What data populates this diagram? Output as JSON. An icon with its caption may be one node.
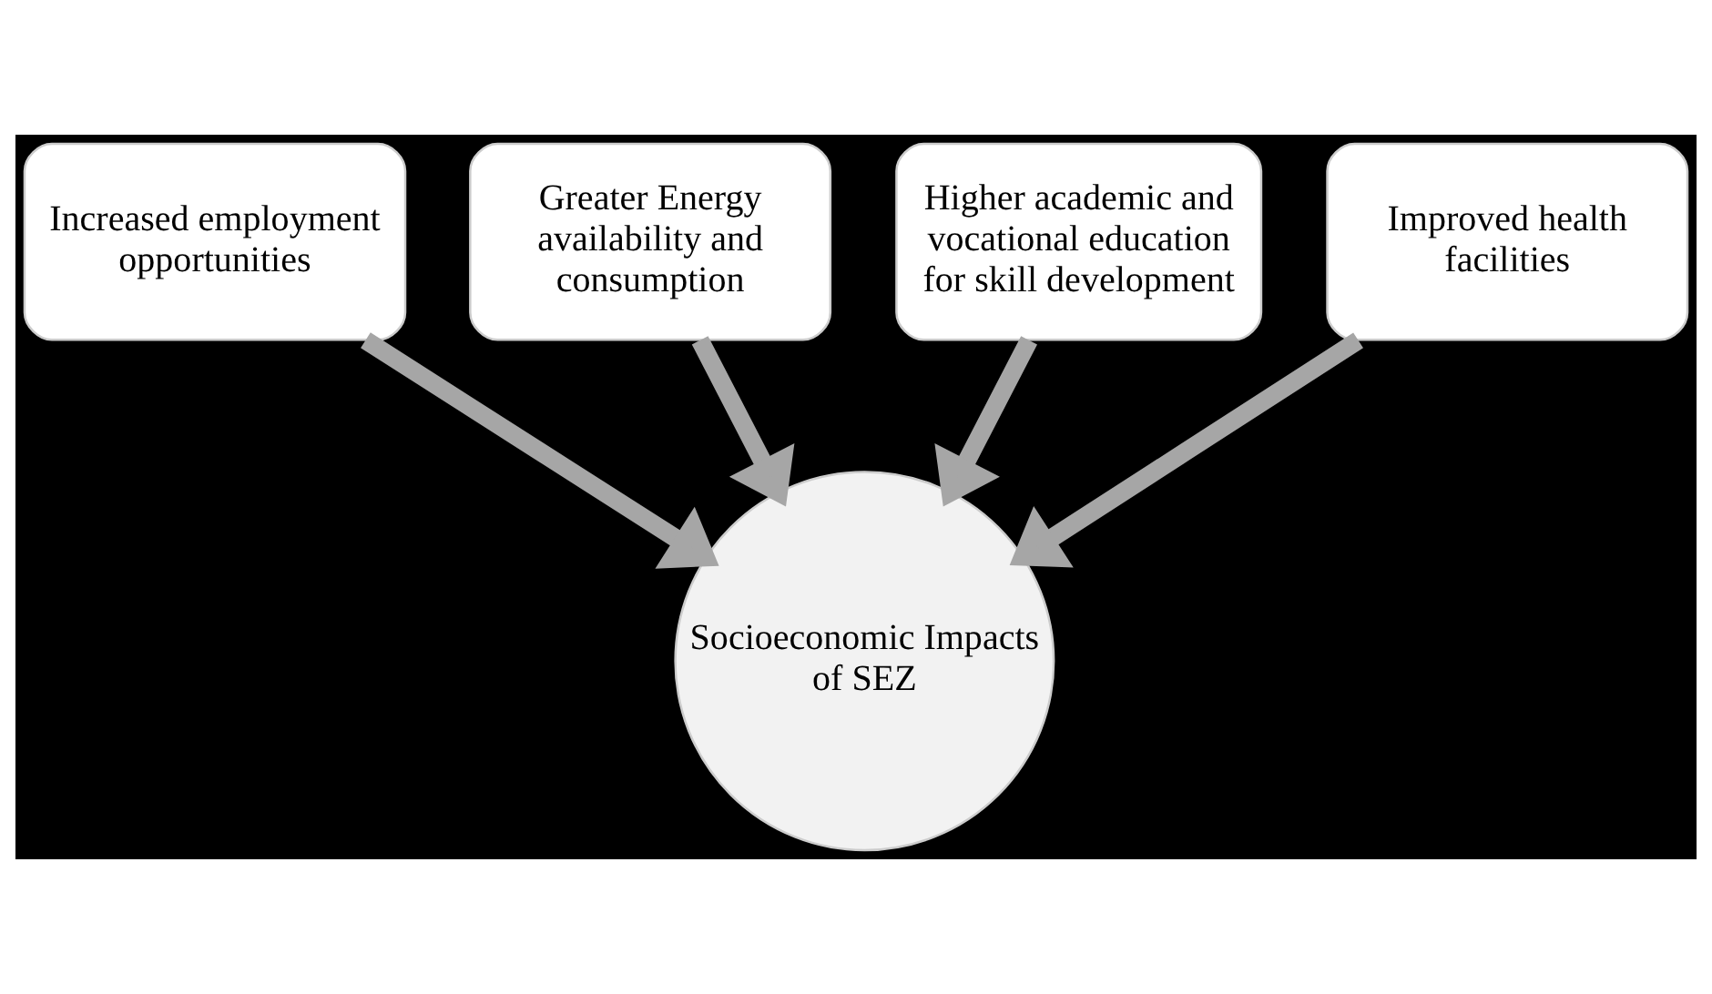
{
  "diagram": {
    "nodes": [
      {
        "text": [
          "Increased employment opportunities"
        ]
      },
      {
        "text": [
          "Greater Energy availability and consumption"
        ]
      },
      {
        "text": [
          "Higher academic and vocational education for skill development"
        ]
      },
      {
        "text": [
          "Improved health facilities"
        ]
      },
      {
        "text": [
          "Socioeconomic Impacts of SEZ"
        ]
      }
    ],
    "edges": [
      {
        "from": 0,
        "to": 4,
        "arrow": "to"
      },
      {
        "from": 1,
        "to": 4,
        "arrow": "to"
      },
      {
        "from": 2,
        "to": 4,
        "arrow": "to"
      },
      {
        "from": 3,
        "to": 4,
        "arrow": "to"
      }
    ]
  }
}
